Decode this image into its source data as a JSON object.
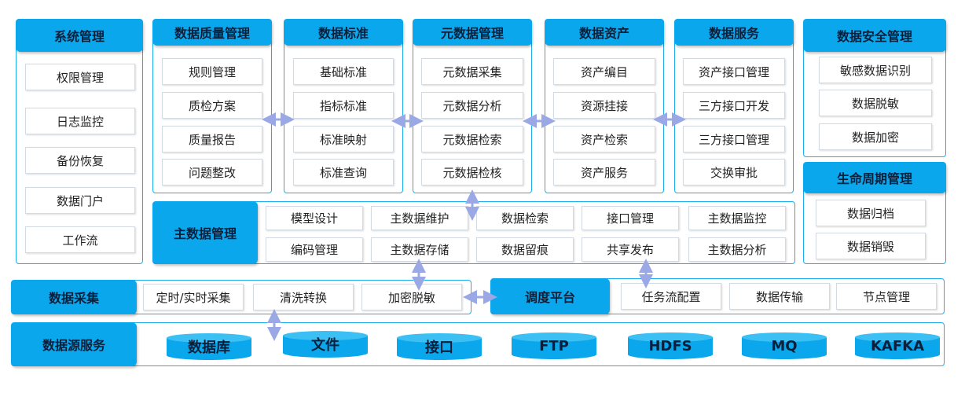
{
  "system_mgmt": {
    "title": "系统管理",
    "items": [
      "权限管理",
      "日志监控",
      "备份恢复",
      "数据门户",
      "工作流"
    ]
  },
  "quality": {
    "title": "数据质量管理",
    "items": [
      "规则管理",
      "质检方案",
      "质量报告",
      "问题整改"
    ]
  },
  "standard": {
    "title": "数据标准",
    "items": [
      "基础标准",
      "指标标准",
      "标准映射",
      "标准查询"
    ]
  },
  "metadata": {
    "title": "元数据管理",
    "items": [
      "元数据采集",
      "元数据分析",
      "元数据检索",
      "元数据检核"
    ]
  },
  "assets": {
    "title": "数据资产",
    "items": [
      "资产编目",
      "资源挂接",
      "资产检索",
      "资产服务"
    ]
  },
  "services": {
    "title": "数据服务",
    "items": [
      "资产接口管理",
      "三方接口开发",
      "三方接口管理",
      "交换审批"
    ]
  },
  "security": {
    "title": "数据安全管理",
    "items": [
      "敏感数据识别",
      "数据脱敏",
      "数据加密"
    ]
  },
  "lifecycle": {
    "title": "生命周期管理",
    "items": [
      "数据归档",
      "数据销毁"
    ]
  },
  "master": {
    "title": "主数据管理",
    "row1": [
      "模型设计",
      "主数据维护",
      "数据检索",
      "接口管理",
      "主数据监控"
    ],
    "row2": [
      "编码管理",
      "主数据存储",
      "数据留痕",
      "共享发布",
      "主数据分析"
    ]
  },
  "collect": {
    "title": "数据采集",
    "items": [
      "定时/实时采集",
      "清洗转换",
      "加密脱敏"
    ]
  },
  "schedule": {
    "title": "调度平台",
    "items": [
      "任务流配置",
      "数据传输",
      "节点管理"
    ]
  },
  "source": {
    "title": "数据源服务",
    "items": [
      "数据库",
      "文件",
      "接口",
      "FTP",
      "HDFS",
      "MQ",
      "KAFKA"
    ]
  },
  "colors": {
    "accent": "#0aa7ec",
    "border": "#1ab0ee",
    "arrow": "#9aa8e6"
  }
}
